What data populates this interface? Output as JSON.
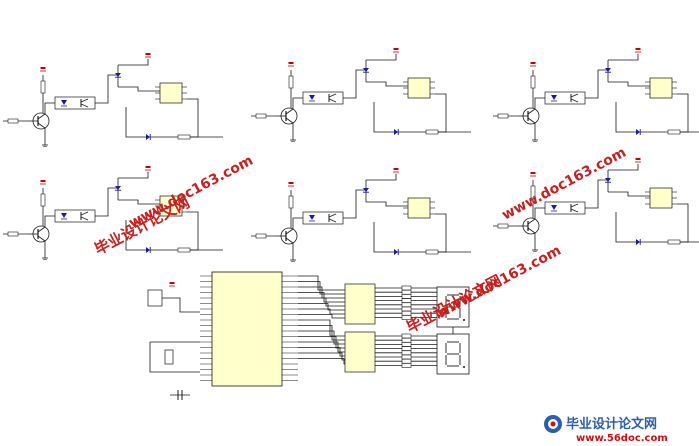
{
  "watermarks": {
    "cn": "毕业设计论文网",
    "url": "www.doc163.com"
  },
  "footer": {
    "brand": "毕业设计论文网",
    "url": "www.56doc.com"
  },
  "colors": {
    "wire": "#1a1a1a",
    "component": "#b8b8b8",
    "ic_fill": "#ffffcc",
    "diode": "#1a1aa0",
    "power": "#cc0000",
    "watermark": "#c91f1f",
    "footer_brand": "#2a5fae",
    "footer_url": "#d01010"
  }
}
